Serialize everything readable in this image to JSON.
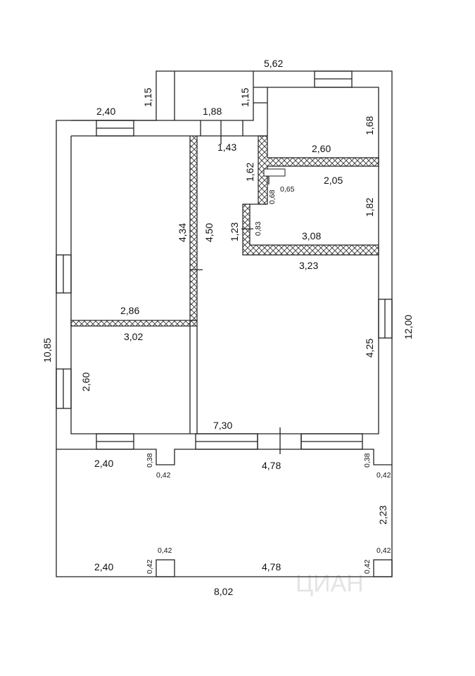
{
  "plan": {
    "dimensions": {
      "top_total": "5,62",
      "right_total": "12,00",
      "left_total": "10,85",
      "bottom_total": "8,02",
      "vestibule_left_wall": "1,15",
      "vestibule_right_wall": "1,15",
      "top_left_wall": "2,40",
      "vestibule_width": "1,88",
      "corridor_width": "1,43",
      "room_top_right_height": "1,68",
      "room_top_right_width": "2,60",
      "corridor_height": "1,62",
      "bath_width": "2,05",
      "niche_width": "0,65",
      "niche_height": "0,68",
      "bath_height": "1,82",
      "step_height": "1,23",
      "step_small": "0,83",
      "bath_bottom_inner": "3,08",
      "bath_bottom_outer": "3,23",
      "left_room_height_inner": "4,34",
      "left_room_height_outer": "4,50",
      "left_room_width_inner": "2,86",
      "left_room_width_outer": "3,02",
      "living_height": "4,25",
      "living_left_height": "2,60",
      "living_width": "7,30",
      "terrace_left_top": "2,40",
      "terrace_mid_top": "4,78",
      "column_depth_left": "0,38",
      "column_width_left": "0,42",
      "column_depth_right": "0,38",
      "column_width_right": "0,42",
      "terrace_height": "2,23",
      "terrace_left_bottom": "2,40",
      "terrace_mid_bottom": "4,78",
      "post_left_h": "0,42",
      "post_left_w": "0,42",
      "post_right_h": "0,42",
      "post_right_w": "0,42"
    },
    "watermark": "ЦИАН"
  }
}
